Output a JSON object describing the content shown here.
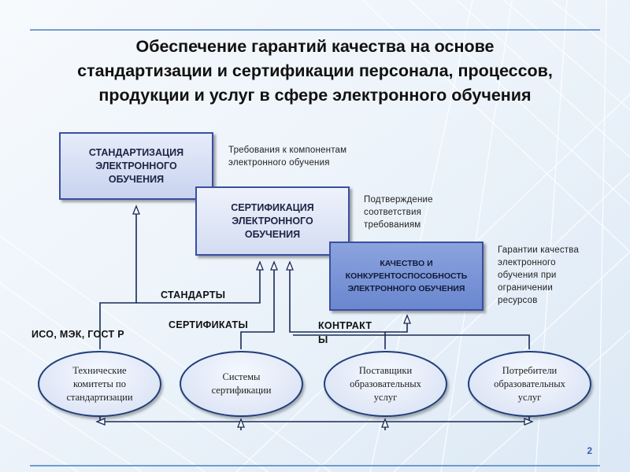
{
  "title": "Обеспечение гарантий качества на основе\nстандартизации и сертификации персонала, процессов,\nпродукции и услуг в сфере электронного обучения",
  "boxes": {
    "standardization": "СТАНДАРТИЗАЦИЯ\nЭЛЕКТРОННОГО\nОБУЧЕНИЯ",
    "certification": "СЕРТИФИКАЦИЯ\nЭЛЕКТРОННОГО\nОБУЧЕНИЯ",
    "quality": "КАЧЕСТВО И\nКОНКУРЕНТОСПОСОБНОСТЬ\nЭЛЕКТРОННОГО ОБУЧЕНИЯ"
  },
  "notes": {
    "requirements": "Требования к компонентам\nэлектронного обучения",
    "confirmation": "Подтверждение\nсоответствия\nтребованиям",
    "guarantees": "Гарантии качества\nэлектронного\nобучения при\nограничении\nресурсов"
  },
  "labels": {
    "standards": "СТАНДАРТЫ",
    "certificates": "СЕРТИФИКАТЫ",
    "contracts": "КОНТРАКТ\nЫ",
    "iso": "ИСО, МЭК, ГОСТ Р"
  },
  "ovals": {
    "committees": "Технические\nкомитеты по\nстандартизации",
    "cert_systems": "Системы\nсертификации",
    "suppliers": "Поставщики\nобразовательных\nуслуг",
    "consumers": "Потребители\nобразовательных\nуслуг"
  },
  "page_number": "2",
  "colors": {
    "box_border": "#3a4fa0",
    "quality_fill": "#7b95d8",
    "connector": "#1a2a55"
  }
}
